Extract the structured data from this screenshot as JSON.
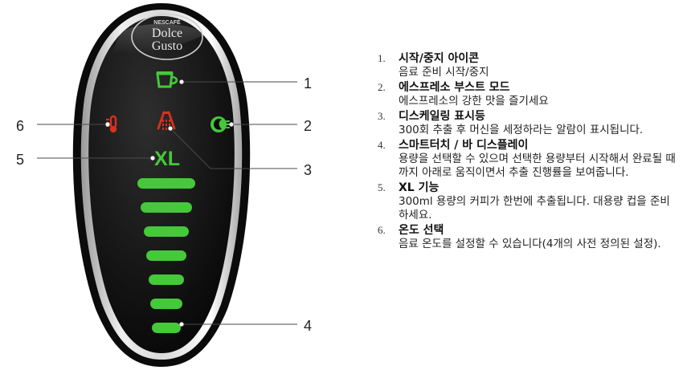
{
  "brand": {
    "line1": "NESCAFÉ",
    "line2": "Dolce",
    "line3": "Gusto"
  },
  "panel": {
    "xl_label": "XL",
    "icon_colors": {
      "green": "#45c83a",
      "red": "#d9301f"
    },
    "level_bars": 7
  },
  "callouts": [
    "1",
    "2",
    "3",
    "4",
    "5",
    "6"
  ],
  "legend": {
    "items": [
      {
        "num": "1.",
        "title": "시작/중지 아이콘",
        "desc": "음료 준비 시작/중지"
      },
      {
        "num": "2.",
        "title": "에스프레소 부스트 모드",
        "desc": "에스프레소의 강한 맛을 즐기세요"
      },
      {
        "num": "3.",
        "title": "디스케일링 표시등",
        "desc": "300회 추출 후 머신을 세정하라는 알람이 표시됩니다."
      },
      {
        "num": "4.",
        "title": "스마트터치 / 바 디스플레이",
        "desc": "용량을 선택할 수 있으며 선택한 용량부터 시작해서 완료될 때까지 아래로 움직이면서 추출 진행률을 보여줍니다."
      },
      {
        "num": "5.",
        "title": "XL 기능",
        "desc": "300ml 용량의 커피가 한번에 추출됩니다. 대용량 컵을 준비하세요."
      },
      {
        "num": "6.",
        "title": "온도 선택",
        "desc": "음료 온도를 설정할 수 있습니다(4개의 사전 정의된 설정)."
      }
    ]
  }
}
